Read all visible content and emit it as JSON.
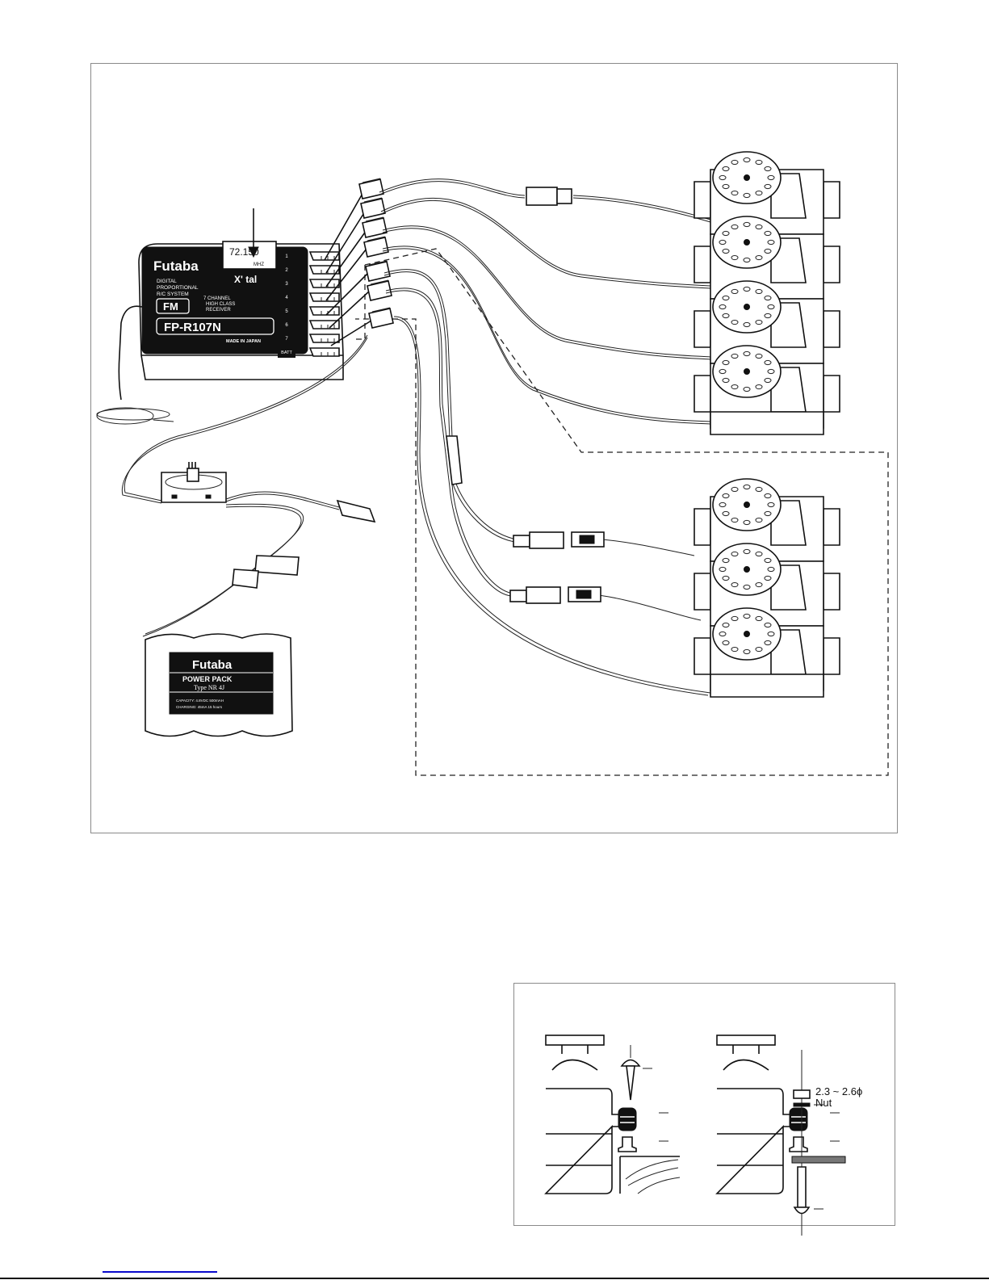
{
  "figure_wiring": {
    "receiver": {
      "brand": "Futaba",
      "description_lines": [
        "DIGITAL",
        "PROPORTIONAL",
        "R/C SYSTEM"
      ],
      "crystal_freq": "72.150",
      "crystal_unit": "MHZ",
      "crystal_label": "X' tal",
      "modulation": "FM",
      "channel_lines": [
        "7 CHANNEL",
        "HIGH CLASS",
        "RECEIVER"
      ],
      "model": "FP-R107N",
      "origin": "MADE IN JAPAN",
      "ports": [
        "1",
        "2",
        "3",
        "4",
        "5",
        "6",
        "7",
        "BATT"
      ]
    },
    "battery": {
      "brand": "Futaba",
      "title": "POWER PACK",
      "type": "Type NR 4J",
      "spec_lines": [
        "CAPACITY:  4.8VDC   500mAH",
        "CHARGING:   45mA   15 hours"
      ]
    },
    "servo_groups": [
      {
        "name": "upper",
        "count": 4
      },
      {
        "name": "lower",
        "count": 3
      }
    ]
  },
  "figure_mounting": {
    "nut_size": "2.3 ~ 2.6ϕ",
    "nut_label": "Nut"
  }
}
